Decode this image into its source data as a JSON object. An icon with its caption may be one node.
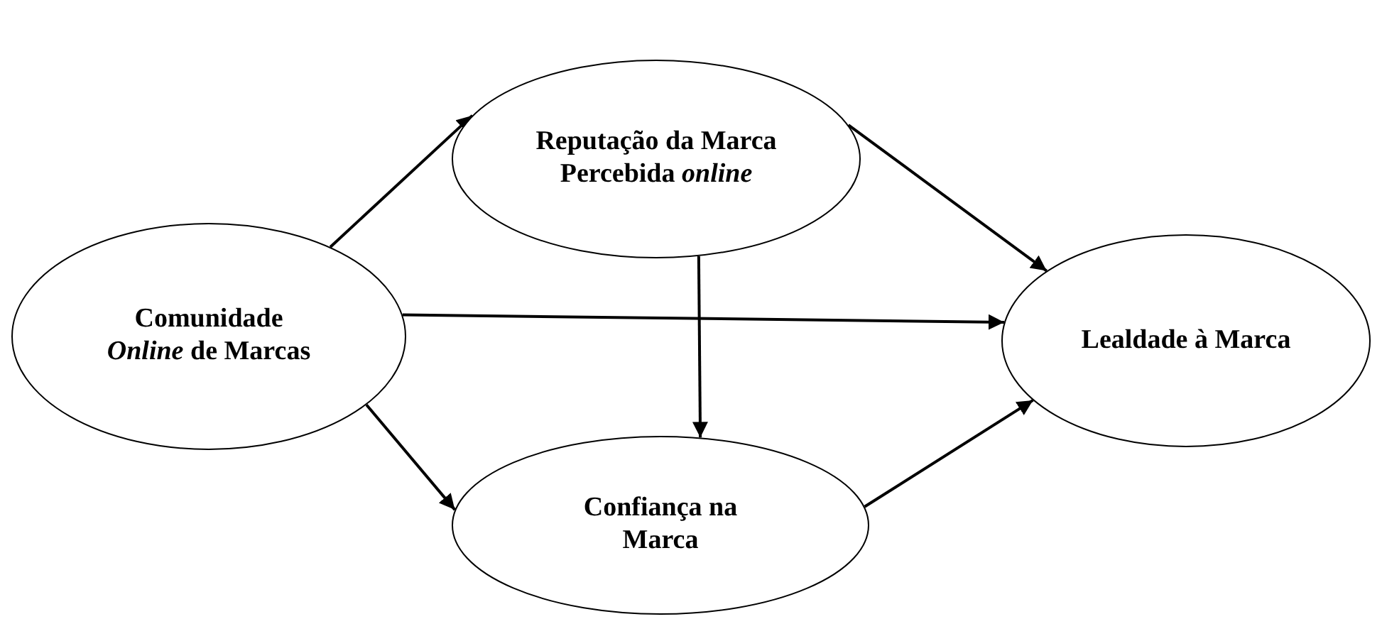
{
  "diagram": {
    "nodes": [
      {
        "text": [
          "Comunidade *Online* de Marcas"
        ]
      },
      {
        "text": [
          "Reputação da Marca Percebida *online*"
        ]
      },
      {
        "text": [
          "Lealdade à Marca"
        ]
      },
      {
        "text": [
          "Confiança na Marca"
        ]
      }
    ],
    "edges": [
      {
        "from": 0,
        "to": 1,
        "arrow": "to"
      },
      {
        "from": 0,
        "to": 2,
        "arrow": "to"
      },
      {
        "from": 0,
        "to": 3,
        "arrow": "to"
      },
      {
        "from": 1,
        "to": 3,
        "arrow": "to"
      },
      {
        "from": 1,
        "to": 2,
        "arrow": "to"
      },
      {
        "from": 3,
        "to": 2,
        "arrow": "to"
      }
    ]
  }
}
